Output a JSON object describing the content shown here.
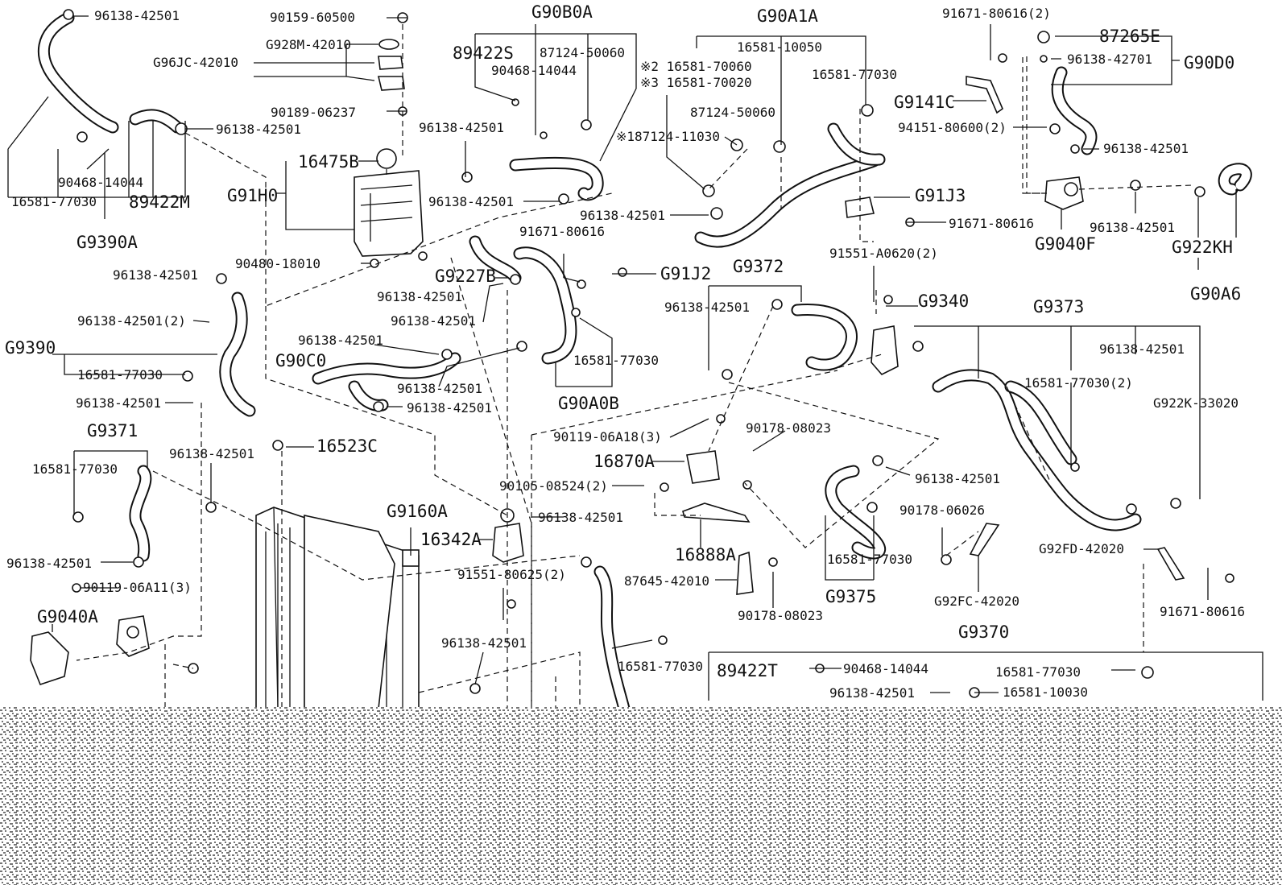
{
  "labels": [
    {
      "id": "g9390a-c1",
      "text": "96138-42501"
    },
    {
      "id": "g9390a-c2",
      "text": "96138-42501"
    },
    {
      "id": "g9390a-s",
      "text": "90468-14044"
    },
    {
      "id": "g9390a-h",
      "text": "16581-77030"
    },
    {
      "id": "g9390a-m",
      "text": "89422M"
    },
    {
      "id": "g9390a",
      "text": "G9390A"
    },
    {
      "id": "t-bolt",
      "text": "90159-60500"
    },
    {
      "id": "t-gasket",
      "text": "G928M-42010"
    },
    {
      "id": "t-bracket",
      "text": "G96JC-42010"
    },
    {
      "id": "t-clip",
      "text": "90189-06237"
    },
    {
      "id": "t-cap",
      "text": "16475B"
    },
    {
      "id": "g91h0",
      "text": "G91H0"
    },
    {
      "id": "t-plug",
      "text": "90480-18010"
    },
    {
      "id": "g90b0a",
      "text": "G90B0A"
    },
    {
      "id": "b-s",
      "text": "89422S"
    },
    {
      "id": "b-p",
      "text": "87124-50060"
    },
    {
      "id": "b-sw",
      "text": "90468-14044"
    },
    {
      "id": "b-c1",
      "text": "96138-42501"
    },
    {
      "id": "b-c2",
      "text": "96138-42501"
    },
    {
      "id": "g90a1a",
      "text": "G90A1A"
    },
    {
      "id": "a-h1",
      "text": "16581-10050"
    },
    {
      "id": "a-n2",
      "text": "※2 16581-70060"
    },
    {
      "id": "a-n3",
      "text": "※3 16581-70020"
    },
    {
      "id": "a-h2",
      "text": "16581-77030"
    },
    {
      "id": "a-p",
      "text": "87124-50060"
    },
    {
      "id": "a-n1",
      "text": "※187124-11030"
    },
    {
      "id": "a-c",
      "text": "96138-42501"
    },
    {
      "id": "d-bolt",
      "text": "91671-80616(2)"
    },
    {
      "id": "d-p",
      "text": "87265E"
    },
    {
      "id": "d-c",
      "text": "96138-42701"
    },
    {
      "id": "g90d0",
      "text": "G90D0"
    },
    {
      "id": "g9141c",
      "text": "G9141C"
    },
    {
      "id": "d-n",
      "text": "94151-80600(2)"
    },
    {
      "id": "d-c2",
      "text": "96138-42501"
    },
    {
      "id": "g91j3",
      "text": "G91J3"
    },
    {
      "id": "j3-bolt",
      "text": "91671-80616"
    },
    {
      "id": "d-c3",
      "text": "96138-42501"
    },
    {
      "id": "g9040f",
      "text": "G9040F"
    },
    {
      "id": "g922kh",
      "text": "G922KH"
    },
    {
      "id": "g90a6",
      "text": "G90A6"
    },
    {
      "id": "g9227b",
      "text": "G9227B"
    },
    {
      "id": "m-c1",
      "text": "96138-42501"
    },
    {
      "id": "m-bolt",
      "text": "91671-80616"
    },
    {
      "id": "g91j2",
      "text": "G91J2"
    },
    {
      "id": "g9372",
      "text": "G9372"
    },
    {
      "id": "r-bolt",
      "text": "91551-A0620(2)"
    },
    {
      "id": "m-c2",
      "text": "96138-42501"
    },
    {
      "id": "m-c3",
      "text": "96138-42501"
    },
    {
      "id": "g9340",
      "text": "G9340"
    },
    {
      "id": "g9373",
      "text": "G9373"
    },
    {
      "id": "l-c1",
      "text": "96138-42501"
    },
    {
      "id": "l-c2",
      "text": "96138-42501(2)"
    },
    {
      "id": "g9390",
      "text": "G9390"
    },
    {
      "id": "l-h",
      "text": "16581-77030"
    },
    {
      "id": "l-c3",
      "text": "96138-42501"
    },
    {
      "id": "c0-c",
      "text": "96138-42501"
    },
    {
      "id": "g90c0",
      "text": "G90C0"
    },
    {
      "id": "c0-c2",
      "text": "96138-42501"
    },
    {
      "id": "c0-c3",
      "text": "96138-42501"
    },
    {
      "id": "b0b-h",
      "text": "16581-77030"
    },
    {
      "id": "g90a0b",
      "text": "G90A0B"
    },
    {
      "id": "g9373-c",
      "text": "96138-42501"
    },
    {
      "id": "g9373-h",
      "text": "16581-77030(2)"
    },
    {
      "id": "g9373-k",
      "text": "G922K-33020"
    },
    {
      "id": "g9371",
      "text": "G9371"
    },
    {
      "id": "g9371-h",
      "text": "16581-77030"
    },
    {
      "id": "x-c1",
      "text": "96138-42501"
    },
    {
      "id": "t-16523c",
      "text": "16523C"
    },
    {
      "id": "v-bolt",
      "text": "90119-06A18(3)"
    },
    {
      "id": "v-w",
      "text": "90178-08023"
    },
    {
      "id": "v-16870a",
      "text": "16870A"
    },
    {
      "id": "v-bolt2",
      "text": "90105-08524(2)"
    },
    {
      "id": "g9160a",
      "text": "G9160A"
    },
    {
      "id": "p-c",
      "text": "96138-42501"
    },
    {
      "id": "p-16342a",
      "text": "16342A"
    },
    {
      "id": "p-bolt",
      "text": "91551-80625(2)"
    },
    {
      "id": "v-16888a",
      "text": "16888A"
    },
    {
      "id": "v-br",
      "text": "87645-42010"
    },
    {
      "id": "v-w2",
      "text": "90178-08023"
    },
    {
      "id": "g9375-c",
      "text": "96138-42501"
    },
    {
      "id": "g9375-w",
      "text": "90178-06026"
    },
    {
      "id": "g9375-h",
      "text": "16581-77030"
    },
    {
      "id": "g9375",
      "text": "G9375"
    },
    {
      "id": "g92fc",
      "text": "G92FC-42020"
    },
    {
      "id": "g92fd",
      "text": "G92FD-42020"
    },
    {
      "id": "fd-bolt",
      "text": "91671-80616"
    },
    {
      "id": "l-c4",
      "text": "96138-42501"
    },
    {
      "id": "l-bolt",
      "text": "90119-06A11(3)"
    },
    {
      "id": "g9040a",
      "text": "G9040A"
    },
    {
      "id": "bot-c",
      "text": "96138-42501"
    },
    {
      "id": "bot-h",
      "text": "16581-77030"
    },
    {
      "id": "g9370",
      "text": "G9370"
    },
    {
      "id": "t-89422t",
      "text": "89422T"
    },
    {
      "id": "t-sw",
      "text": "90468-14044"
    },
    {
      "id": "t-c",
      "text": "96138-42501"
    },
    {
      "id": "t-h1",
      "text": "16581-77030"
    },
    {
      "id": "t-h2",
      "text": "16581-10030"
    }
  ]
}
